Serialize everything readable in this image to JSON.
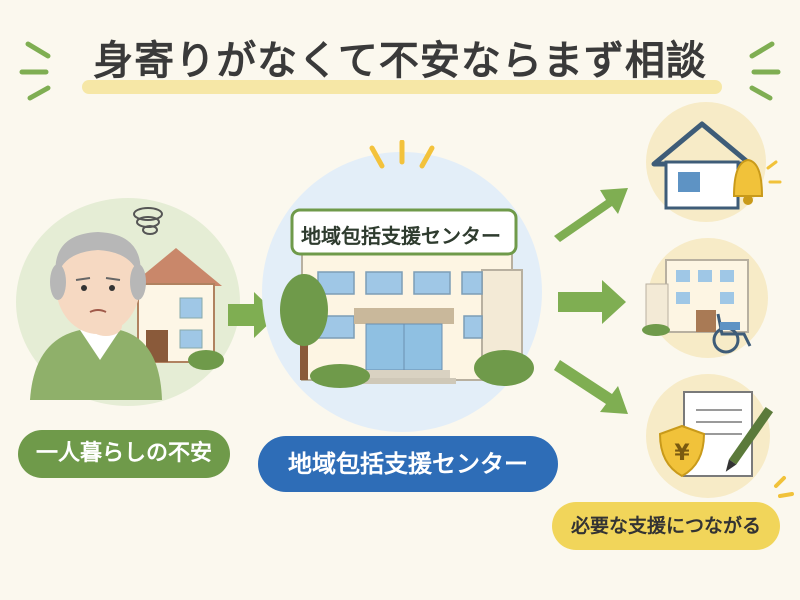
{
  "title": "身寄りがなくて不安ならまず相談",
  "left_label": "一人暮らしの不安",
  "center_sign": "地域包括支援センター",
  "center_label": "地域包括支援センター",
  "right_label": "必要な支援につながる",
  "right_icons": [
    "house-bell-icon",
    "care-facility-wheelchair-icon",
    "yen-shield-document-icon"
  ],
  "colors": {
    "background": "#fbf8ee",
    "green": "#6f9a4a",
    "blue": "#2e6db7",
    "yellow": "#f1d55a",
    "arrow": "#7fae52"
  }
}
